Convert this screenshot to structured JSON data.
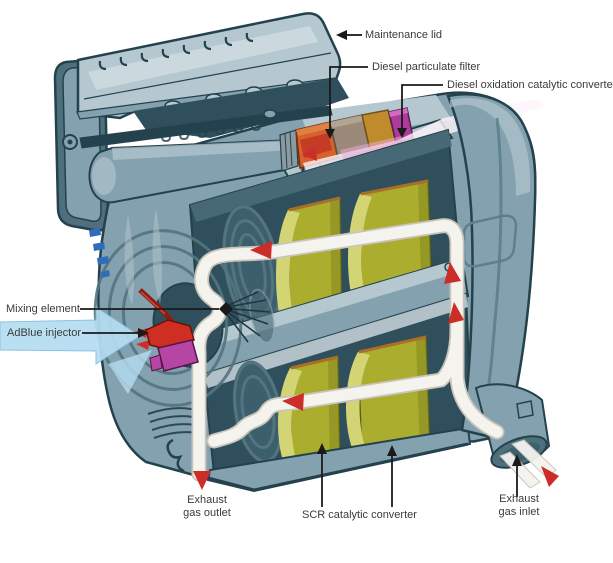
{
  "figure": {
    "type": "technical-cutaway-diagram",
    "subject": "Diesel exhaust aftertreatment system (SCR) cutaway",
    "background": "#ffffff"
  },
  "labels": {
    "maintenance_lid": "Maintenance lid",
    "diesel_particulate_filter": "Diesel particulate filter",
    "diesel_oxidation_catalytic_converter": "Diesel oxidation catalytic converter",
    "mixing_element": "Mixing element",
    "adblue_injector": "AdBlue injector",
    "exhaust_gas_outlet_line1": "Exhaust",
    "exhaust_gas_outlet_line2": "gas outlet",
    "scr_catalytic_converter": "SCR catalytic converter",
    "exhaust_gas_inlet_line1": "Exhaust",
    "exhaust_gas_inlet_line2": "gas inlet"
  },
  "colors": {
    "body_mid": "#84a1af",
    "body_light": "#b5c8d0",
    "body_lighter": "#cfdbe0",
    "body_dark": "#4e707d",
    "cavity": "#2f4f5c",
    "outline": "#24424d",
    "catalyst": "#aaad2e",
    "catalyst_light": "#d3d575",
    "catalyst_dark": "#83861f",
    "catalyst_rim": "#a96f28",
    "dpf_orange": "#d4622a",
    "dpf_red": "#c33524",
    "elem_tan": "#9b8a7a",
    "elem_gold": "#c08b2d",
    "doc_magenta": "#ae3a9b",
    "tube_white": "#f5f3ee",
    "tube_edge": "#c9c4ba",
    "arrow_red": "#cc2d28",
    "adblue": "#b5ddf2",
    "injector_red": "#cf2f23",
    "magenta_part": "#b646a4",
    "logo_blue": "#2f6db8",
    "leader": "#1a1a1a",
    "label": "#3b3b3b",
    "bg": "#ffffff"
  }
}
